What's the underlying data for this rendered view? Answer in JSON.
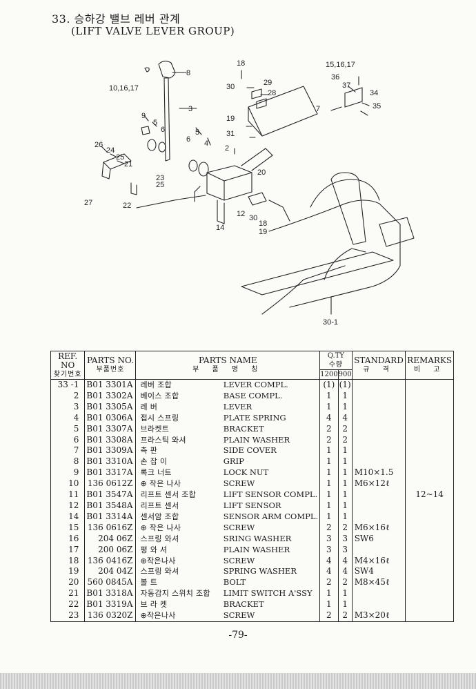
{
  "header": {
    "title_ko": "33. 승하강 밸브 레버 관계",
    "title_en": "(LIFT VALVE LEVER GROUP)"
  },
  "table": {
    "headers": {
      "ref_no": "REF. NO",
      "ref_no_ko": "찾기번호",
      "parts_no": "PARTS NO.",
      "parts_no_ko": "부품번호",
      "parts_name": "PARTS NAME",
      "parts_name_ko": "부 품 명 칭",
      "qty": "Q.TY",
      "qty_ko": "수량",
      "qty_1200": "1200",
      "qty_900": "900",
      "standard": "STANDARD",
      "standard_ko": "규 격",
      "remarks": "REMARKS",
      "remarks_ko": "비 고"
    },
    "rows": [
      {
        "ref": "33 -1",
        "part_no": "B01 3301A",
        "name_ko": "레버 조합",
        "name_en": "LEVER COMPL.",
        "q1200": "(1)",
        "q900": "(1)",
        "standard": "",
        "remarks": ""
      },
      {
        "ref": "2",
        "part_no": "B01 3302A",
        "name_ko": "베이스 조합",
        "name_en": "BASE COMPL.",
        "q1200": "1",
        "q900": "1",
        "standard": "",
        "remarks": ""
      },
      {
        "ref": "3",
        "part_no": "B01 3305A",
        "name_ko": "레 버",
        "name_en": "LEVER",
        "q1200": "1",
        "q900": "1",
        "standard": "",
        "remarks": ""
      },
      {
        "ref": "4",
        "part_no": "B01 0306A",
        "name_ko": "접시 스프링",
        "name_en": "PLATE SPRING",
        "q1200": "4",
        "q900": "4",
        "standard": "",
        "remarks": ""
      },
      {
        "ref": "5",
        "part_no": "B01 3307A",
        "name_ko": "브라켓트",
        "name_en": "BRACKET",
        "q1200": "2",
        "q900": "2",
        "standard": "",
        "remarks": ""
      },
      {
        "ref": "6",
        "part_no": "B01 3308A",
        "name_ko": "프라스틱 와셔",
        "name_en": "PLAIN WASHER",
        "q1200": "2",
        "q900": "2",
        "standard": "",
        "remarks": ""
      },
      {
        "ref": "7",
        "part_no": "B01 3309A",
        "name_ko": "측 판",
        "name_en": "SIDE COVER",
        "q1200": "1",
        "q900": "1",
        "standard": "",
        "remarks": ""
      },
      {
        "ref": "8",
        "part_no": "B01 3310A",
        "name_ko": "손 잡 이",
        "name_en": "GRIP",
        "q1200": "1",
        "q900": "1",
        "standard": "",
        "remarks": ""
      },
      {
        "ref": "9",
        "part_no": "B01 3317A",
        "name_ko": "록크 너트",
        "name_en": "LOCK NUT",
        "q1200": "1",
        "q900": "1",
        "standard": "M10×1.5",
        "remarks": ""
      },
      {
        "ref": "10",
        "part_no": "136 0612Z",
        "name_ko": "⊕ 작은 나사",
        "name_en": "SCREW",
        "q1200": "1",
        "q900": "1",
        "standard": "M6×12ℓ",
        "remarks": ""
      },
      {
        "ref": "11",
        "part_no": "B01 3547A",
        "name_ko": "리프트 센서 조합",
        "name_en": "LIFT SENSOR COMPL.",
        "q1200": "1",
        "q900": "1",
        "standard": "",
        "remarks": "12~14"
      },
      {
        "ref": "12",
        "part_no": "B01 3548A",
        "name_ko": "리프트 센서",
        "name_en": "LIFT SENSOR",
        "q1200": "1",
        "q900": "1",
        "standard": "",
        "remarks": ""
      },
      {
        "ref": "14",
        "part_no": "B01 3314A",
        "name_ko": "센서암 조합",
        "name_en": "SENSOR ARM COMPL.",
        "q1200": "1",
        "q900": "1",
        "standard": "",
        "remarks": ""
      },
      {
        "ref": "15",
        "part_no": "136 0616Z",
        "name_ko": "⊕ 작은 나사",
        "name_en": "SCREW",
        "q1200": "2",
        "q900": "2",
        "standard": "M6×16ℓ",
        "remarks": ""
      },
      {
        "ref": "16",
        "part_no": "204 06Z",
        "name_ko": "스프링 와셔",
        "name_en": "SRING WASHER",
        "q1200": "3",
        "q900": "3",
        "standard": "SW6",
        "remarks": ""
      },
      {
        "ref": "17",
        "part_no": "200 06Z",
        "name_ko": "평 와 셔",
        "name_en": "PLAIN WASHER",
        "q1200": "3",
        "q900": "3",
        "standard": "",
        "remarks": ""
      },
      {
        "ref": "18",
        "part_no": "136 0416Z",
        "name_ko": "⊕작은나사",
        "name_en": "SCREW",
        "q1200": "4",
        "q900": "4",
        "standard": "M4×16ℓ",
        "remarks": ""
      },
      {
        "ref": "19",
        "part_no": "204 04Z",
        "name_ko": "스프링 와셔",
        "name_en": "SPRING WASHER",
        "q1200": "4",
        "q900": "4",
        "standard": "SW4",
        "remarks": ""
      },
      {
        "ref": "20",
        "part_no": "560 0845A",
        "name_ko": "볼 트",
        "name_en": "BOLT",
        "q1200": "2",
        "q900": "2",
        "standard": "M8×45ℓ",
        "remarks": ""
      },
      {
        "ref": "21",
        "part_no": "B01 3318A",
        "name_ko": "자동감지 스위치 조합",
        "name_en": "LIMIT SWITCH A'SSY",
        "q1200": "1",
        "q900": "1",
        "standard": "",
        "remarks": ""
      },
      {
        "ref": "22",
        "part_no": "B01 3319A",
        "name_ko": "브 라 켓",
        "name_en": "BRACKET",
        "q1200": "1",
        "q900": "1",
        "standard": "",
        "remarks": ""
      },
      {
        "ref": "23",
        "part_no": "136 0320Z",
        "name_ko": "⊕작은나사",
        "name_en": "SCREW",
        "q1200": "2",
        "q900": "2",
        "standard": "M3×20ℓ",
        "remarks": ""
      }
    ]
  },
  "footer": {
    "page": "-79-"
  }
}
